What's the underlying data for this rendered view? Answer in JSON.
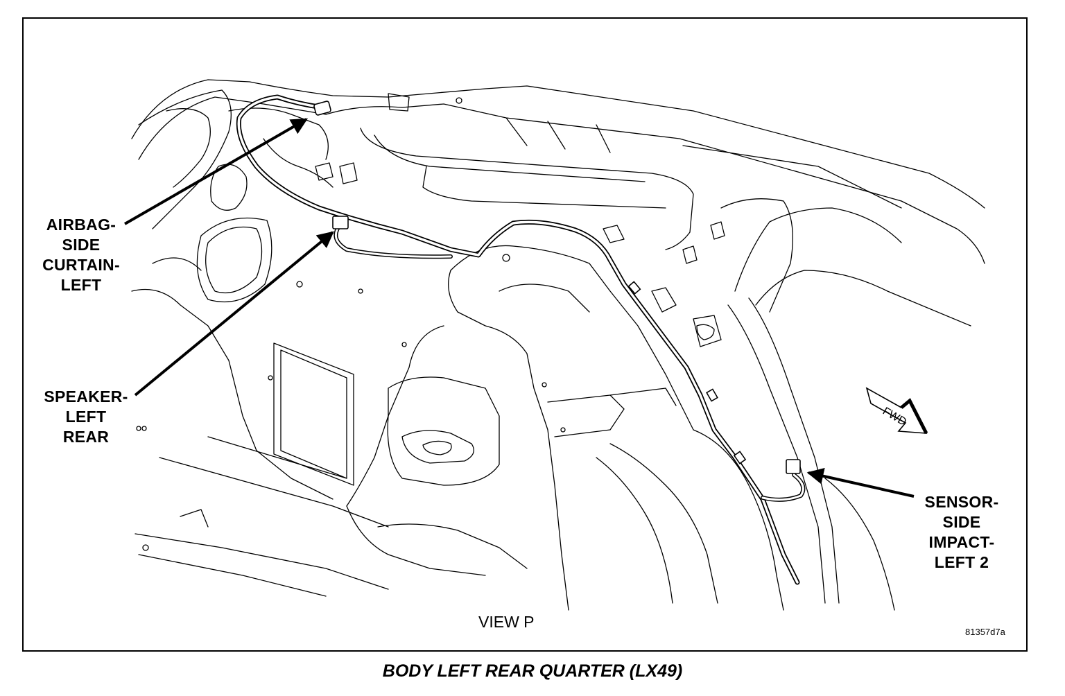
{
  "callouts": {
    "airbag": [
      "AIRBAG-",
      "SIDE",
      "CURTAIN-",
      "LEFT"
    ],
    "speaker": [
      "SPEAKER-",
      "LEFT",
      "REAR"
    ],
    "sensor": [
      "SENSOR-",
      "SIDE",
      "IMPACT-",
      "LEFT 2"
    ]
  },
  "view_label": "VIEW P",
  "figure_id": "81357d7a",
  "fwd_label": "FWD",
  "caption": "BODY LEFT REAR QUARTER (LX49)"
}
